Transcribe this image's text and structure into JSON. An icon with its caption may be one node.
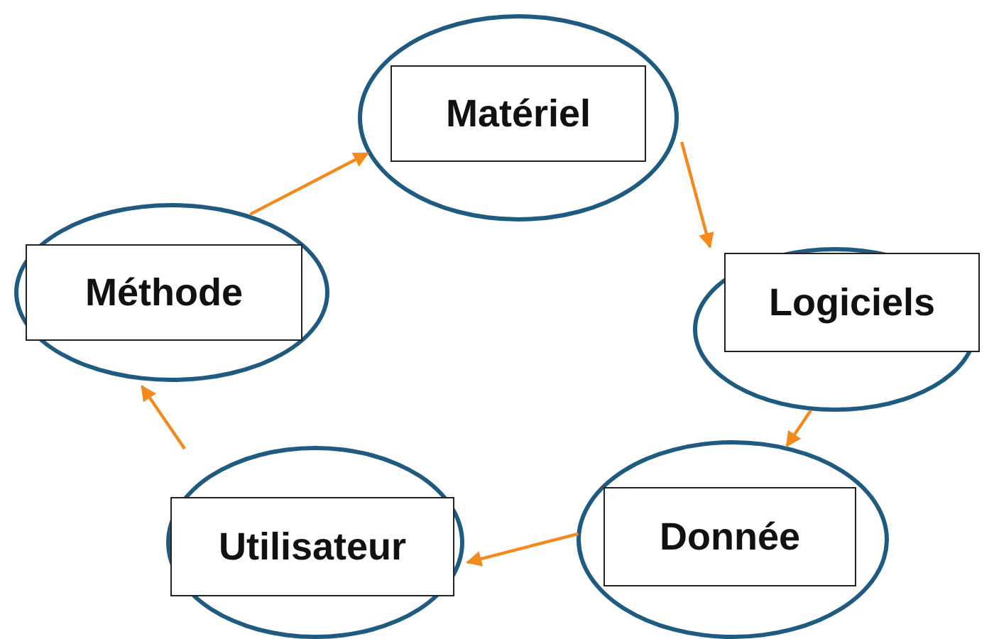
{
  "diagram": {
    "nodes": [
      {
        "text": [],
        "shape": "circle"
      },
      {
        "text": [
          "Matériel"
        ],
        "in": 0
      },
      {
        "text": [],
        "shape": "circle"
      },
      {
        "text": [
          "Méthode"
        ],
        "in": 2
      },
      {
        "text": [],
        "shape": "circle"
      },
      {
        "text": [
          "Logiciels"
        ],
        "in": 4
      },
      {
        "text": [],
        "shape": "circle"
      },
      {
        "text": [
          "Utilisateur"
        ],
        "in": 6
      },
      {
        "text": [],
        "shape": "circle"
      },
      {
        "text": [
          "Donnée"
        ],
        "in": 8
      }
    ],
    "edges": [
      {
        "from": 2,
        "to": 0,
        "arrow": "to"
      },
      {
        "from": 0,
        "to": 4,
        "arrow": "to"
      },
      {
        "from": 4,
        "to": 8,
        "arrow": "to"
      },
      {
        "from": 8,
        "to": 6,
        "arrow": "to"
      },
      {
        "from": 6,
        "to": 2,
        "arrow": "to"
      }
    ]
  }
}
